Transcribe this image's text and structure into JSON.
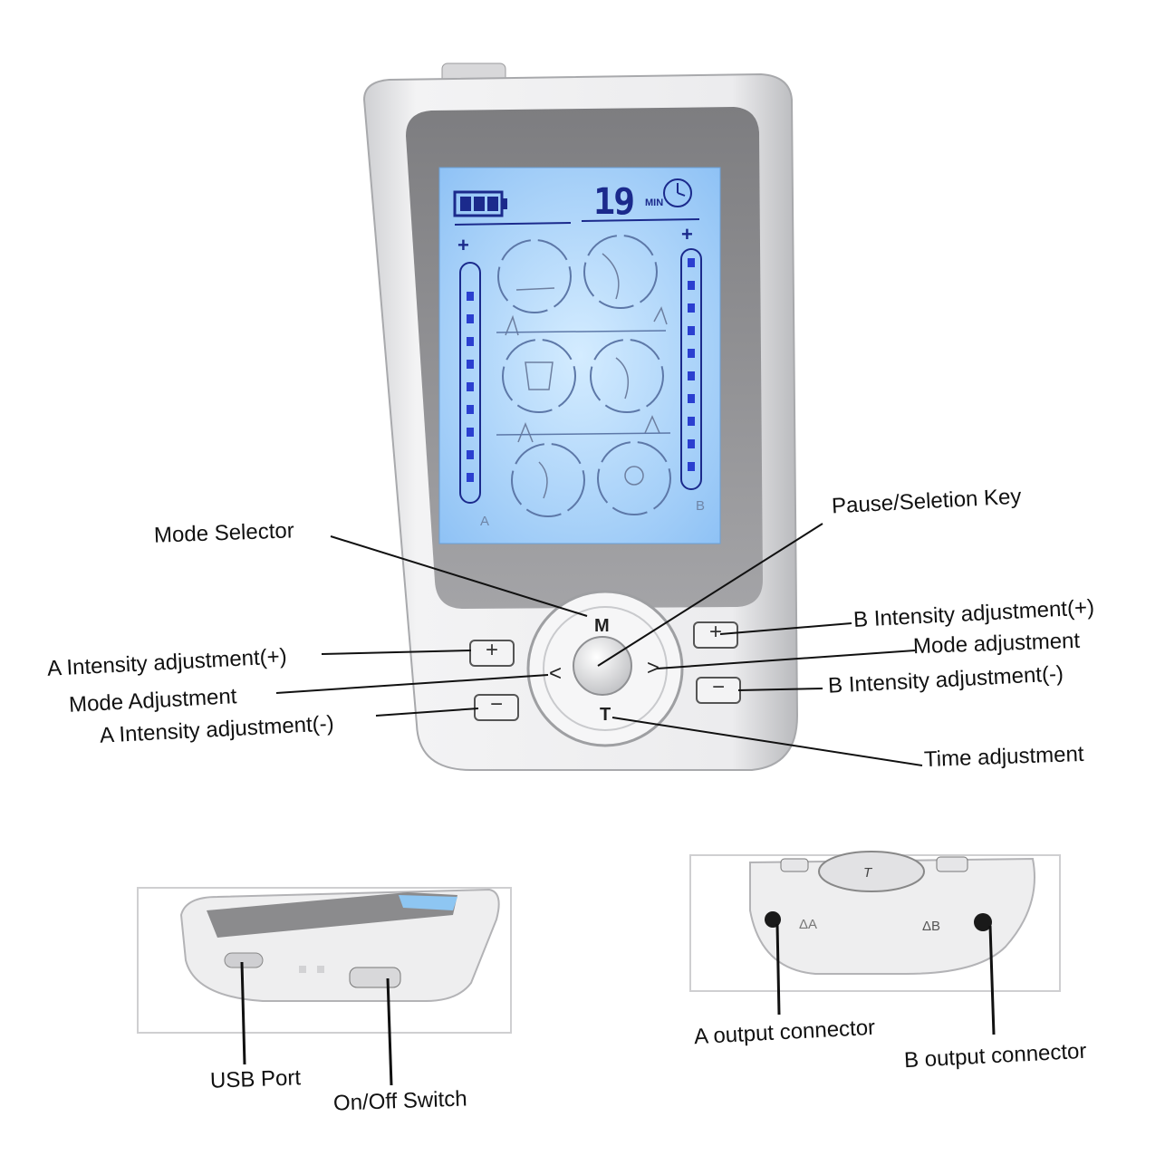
{
  "device": {
    "timer_value": "19",
    "timer_unit": "MIN",
    "channel_a": "A",
    "channel_b": "B",
    "plus_a": "+",
    "plus_b": "+",
    "button_mode": "M",
    "button_time": "T",
    "button_left": "<",
    "button_right": ">",
    "key_plus": "+",
    "key_minus": "−",
    "port_a_mark": "ΔA",
    "port_b_mark": "ΔB",
    "small_t": "T"
  },
  "labels": {
    "mode_selector": "Mode Selector",
    "pause_key": "Pause/Seletion Key",
    "b_plus": "B Intensity adjustment(+)",
    "mode_adjustment_right": "Mode adjustment",
    "a_plus": "A Intensity adjustment(+)",
    "b_minus": "B Intensity adjustment(-)",
    "mode_adjustment_left": "Mode Adjustment",
    "a_minus": "A Intensity adjustment(-)",
    "time_adjustment": "Time adjustment",
    "usb_port": "USB Port",
    "on_off_switch": "On/Off Switch",
    "a_output": "A output connector",
    "b_output": "B output connector"
  },
  "colors": {
    "lcd": "#a9d4ff",
    "lcd_segment": "#1b2a8c",
    "body": "#e7e8ea",
    "bezel": "#8e8e90"
  }
}
